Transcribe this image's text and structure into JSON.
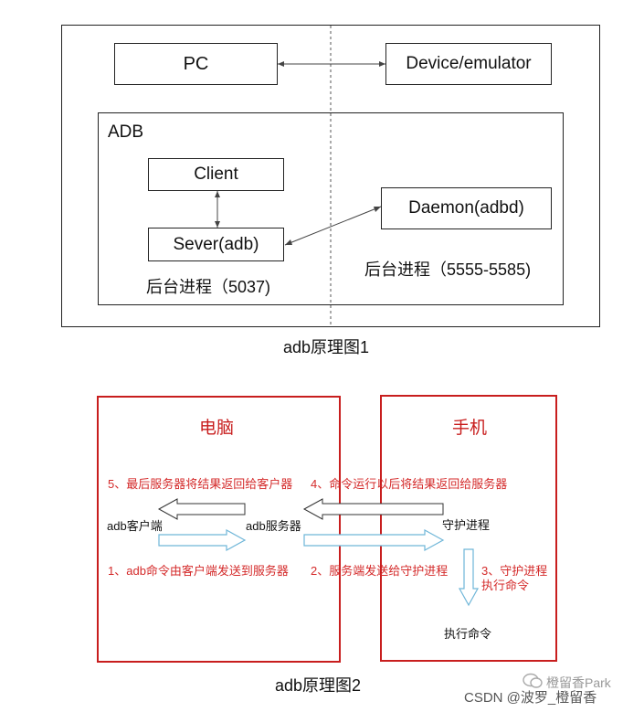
{
  "diagram1": {
    "pc": "PC",
    "device": "Device/emulator",
    "adb_title": "ADB",
    "client": "Client",
    "server": "Sever(adb)",
    "daemon": "Daemon(adbd)",
    "bg_left": "后台进程（5037)",
    "bg_right": "后台进程（5555-5585)",
    "caption": "adb原理图1"
  },
  "diagram2": {
    "computer": "电脑",
    "phone": "手机",
    "step5": "5、最后服务器将结果返回给客户器",
    "step4": "4、命令运行以后将结果返回给服务器",
    "adb_client": "adb客户端",
    "adb_server": "adb服务器",
    "daemon": "守护进程",
    "step1": "1、adb命令由客户端发送到服务器",
    "step2": "2、服务端发送给守护进程",
    "step3_line1": "3、守护进程",
    "step3_line2": "执行命令",
    "execute": "执行命令",
    "caption": "adb原理图2"
  },
  "watermark": {
    "line1": "橙留香Park",
    "line2": "CSDN @波罗_橙留香"
  },
  "colors": {
    "red": "#c81e1e",
    "arrow_blue": "#6fb6d8",
    "line": "#222222"
  }
}
